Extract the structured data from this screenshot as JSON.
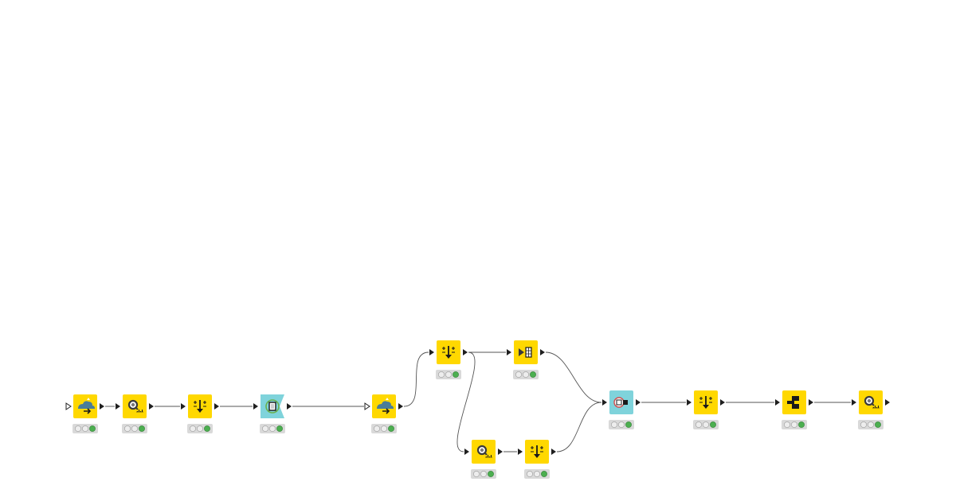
{
  "workflow": {
    "colors": {
      "source_node": "#FFD800",
      "manipulator_node": "#FFD800",
      "loop_node": "#7FD3DB",
      "connection": "#555555",
      "port": "#1f1f1f",
      "status_bar": "#D9D9D9",
      "status_off": "#EDEDED",
      "status_ok": "#4CAF50"
    },
    "nodes": [
      {
        "id": "n1",
        "kind": "source",
        "icon": "cloud-upload-icon",
        "status": "executed"
      },
      {
        "id": "n2",
        "kind": "manipulator",
        "icon": "magnifier-chart-icon",
        "status": "executed"
      },
      {
        "id": "n3",
        "kind": "manipulator",
        "icon": "column-sort-icon",
        "status": "executed"
      },
      {
        "id": "n4",
        "kind": "loop",
        "icon": "loop-start-icon",
        "status": "executed"
      },
      {
        "id": "n5",
        "kind": "source",
        "icon": "cloud-upload-icon",
        "status": "executed"
      },
      {
        "id": "n6",
        "kind": "manipulator",
        "icon": "column-sort-icon",
        "status": "executed"
      },
      {
        "id": "n7",
        "kind": "manipulator",
        "icon": "column-filter-icon",
        "status": "executed"
      },
      {
        "id": "n8",
        "kind": "manipulator",
        "icon": "magnifier-chart-icon",
        "status": "executed"
      },
      {
        "id": "n9",
        "kind": "manipulator",
        "icon": "column-sort-icon",
        "status": "executed"
      },
      {
        "id": "n10",
        "kind": "loop",
        "icon": "joiner-icon",
        "status": "executed"
      },
      {
        "id": "n11",
        "kind": "manipulator",
        "icon": "column-sort-icon",
        "status": "executed"
      },
      {
        "id": "n12",
        "kind": "manipulator",
        "icon": "branch-icon",
        "status": "executed"
      },
      {
        "id": "n13",
        "kind": "manipulator",
        "icon": "magnifier-chart-icon",
        "status": "executed"
      }
    ],
    "connections": [
      {
        "from": "n1",
        "to": "n2"
      },
      {
        "from": "n2",
        "to": "n3"
      },
      {
        "from": "n3",
        "to": "n4"
      },
      {
        "from": "n4",
        "to": "n5"
      },
      {
        "from": "n5",
        "to": "n6"
      },
      {
        "from": "n6",
        "to": "n7"
      },
      {
        "from": "n6",
        "to": "n8"
      },
      {
        "from": "n7",
        "to": "n10"
      },
      {
        "from": "n8",
        "to": "n9"
      },
      {
        "from": "n9",
        "to": "n10"
      },
      {
        "from": "n10",
        "to": "n11"
      },
      {
        "from": "n11",
        "to": "n12"
      },
      {
        "from": "n12",
        "to": "n13"
      }
    ]
  }
}
